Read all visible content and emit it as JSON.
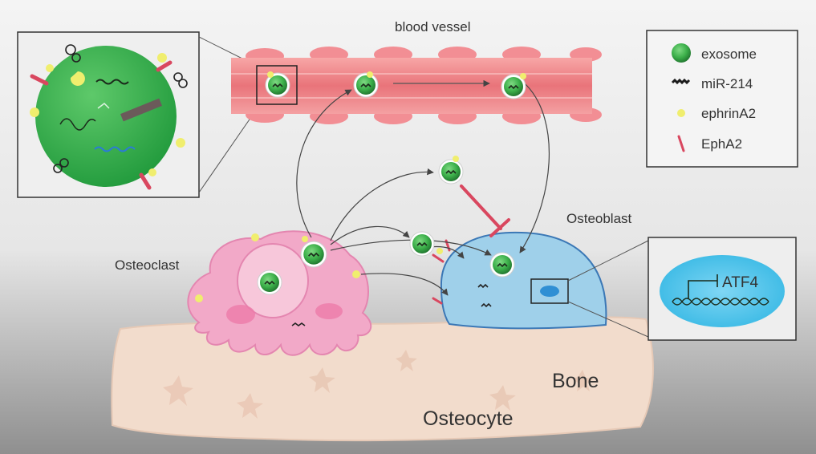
{
  "labels": {
    "blood_vessel": "blood vessel",
    "osteoclast": "Osteoclast",
    "osteoblast": "Osteoblast",
    "bone": "Bone",
    "osteocyte": "Osteocyte",
    "atf4": "ATF4"
  },
  "legend": {
    "items": [
      {
        "label": "exosome",
        "icon": "green-sphere-icon"
      },
      {
        "label": "miR-214",
        "icon": "dark-dash-icon"
      },
      {
        "label": "ephrinA2",
        "icon": "yellow-ligand-icon"
      },
      {
        "label": "EphA2",
        "icon": "red-receptor-icon"
      }
    ]
  },
  "colors": {
    "exosome": "#3cb04a",
    "vessel": "#e9747a",
    "osteoclast": "#f2a9c8",
    "osteoblast": "#9fd0ea",
    "bone": "#f2dccc",
    "inhibition": "#d9475f",
    "ephrin": "#f0ee6e",
    "nucleus": "#36b8e4"
  }
}
